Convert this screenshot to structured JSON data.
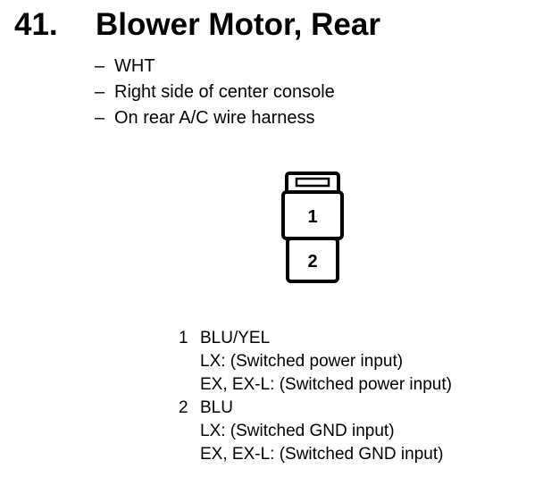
{
  "heading": {
    "number": "41.",
    "title": "Blower Motor, Rear"
  },
  "notes": [
    "WHT",
    "Right side of center console",
    "On rear A/C wire harness"
  ],
  "note_dash": "–",
  "connector": {
    "cavities": [
      "1",
      "2"
    ]
  },
  "pins": [
    {
      "number": "1",
      "wire": "BLU/YEL",
      "details": [
        "LX: (Switched power input)",
        "EX, EX-L: (Switched power input)"
      ]
    },
    {
      "number": "2",
      "wire": "BLU",
      "details": [
        "LX: (Switched GND input)",
        "EX, EX-L: (Switched GND input)"
      ]
    }
  ]
}
